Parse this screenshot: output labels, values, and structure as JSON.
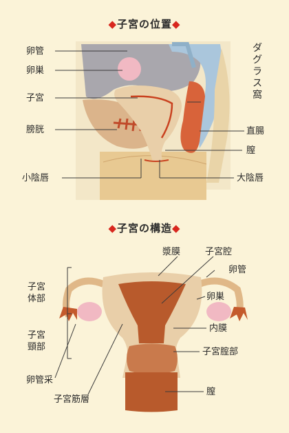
{
  "section1": {
    "title": "子宮の位置",
    "labels": {
      "oviduct": "卵管",
      "ovary": "卵巣",
      "uterus": "子宮",
      "bladder": "膀胱",
      "labia_minora": "小陰唇",
      "douglas_pouch": "ダグラス窩",
      "rectum": "直腸",
      "vagina": "膣",
      "labia_majora": "大陰唇"
    }
  },
  "section2": {
    "title": "子宮の構造",
    "labels": {
      "serosa": "漿膜",
      "uterine_cavity": "子宮腔",
      "oviduct": "卵管",
      "ovary": "卵巣",
      "uterine_body": "子宮\n体部",
      "endometrium": "内膜",
      "uterine_cervix": "子宮\n頸部",
      "cervical_canal": "子宮腟部",
      "fimbriae": "卵管采",
      "myometrium": "子宮筋層",
      "vagina": "膣"
    }
  },
  "colors": {
    "background": "#fbf3d8",
    "accent": "#d8271e",
    "uterus_muscle": "#e9cfa9",
    "uterus_cavity": "#b85a2c",
    "ovary": "#f1b9c3",
    "rectum": "#d8633a",
    "bladder": "#dbb48b",
    "organ_grey": "#a9a7ad",
    "skin": "#e8c992",
    "water_blue": "#aac6dc"
  },
  "icons": [
    "diamond-icon"
  ]
}
